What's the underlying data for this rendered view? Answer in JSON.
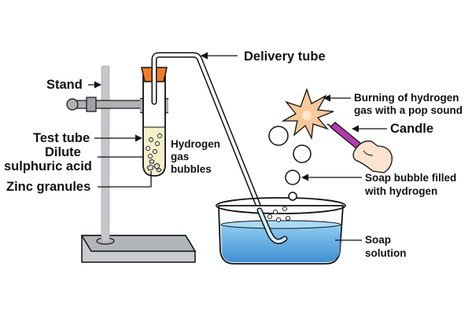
{
  "labels": {
    "stand": "Stand",
    "delivery_tube": "Delivery tube",
    "burning_line1": "Burning of hydrogen",
    "burning_line2": "gas with a pop sound",
    "candle": "Candle",
    "test_tube": "Test tube",
    "dilute_line1": "Dilute",
    "dilute_line2": "sulphuric acid",
    "hydrogen_line1": "Hydrogen",
    "hydrogen_line2": "gas",
    "hydrogen_line3": "bubbles",
    "zinc": "Zinc granules",
    "soap_bubble_line1": "Soap bubble filled",
    "soap_bubble_line2": "with hydrogen",
    "soap_solution_line1": "Soap",
    "soap_solution_line2": "solution"
  },
  "colors": {
    "stand": "#b9bcc0",
    "stopper": "#f07c2a",
    "acid": "#f6f0c8",
    "soap_solution": "#5aa9e0",
    "flame": "#f8c89a",
    "candle": "#b43ab0",
    "outline": "#111111"
  }
}
